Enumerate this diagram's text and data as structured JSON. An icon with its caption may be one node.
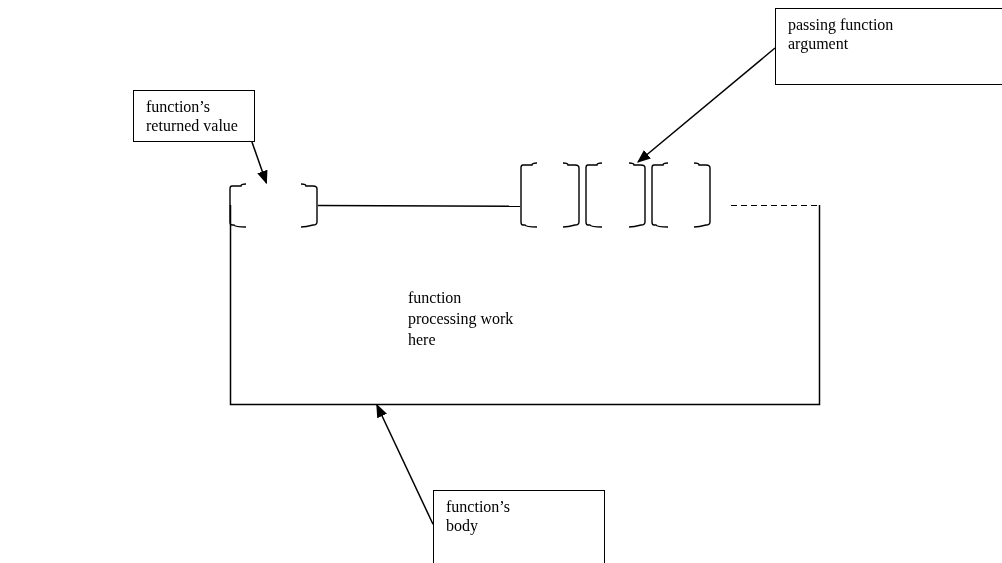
{
  "diagram": {
    "nodes": [
      {
        "text": [
          "function’s returned value"
        ]
      },
      {
        "text": [
          "passing function argument"
        ]
      },
      {
        "text": [
          "function processing work here"
        ]
      },
      {
        "text": [],
        "shape": "box"
      },
      {
        "text": [],
        "shape": "box"
      },
      {
        "text": [],
        "shape": "box"
      },
      {
        "text": [],
        "shape": "box"
      },
      {
        "text": [
          "function’s body"
        ]
      }
    ],
    "edges": [
      {
        "from": 0,
        "to": 3,
        "arrow": "to"
      },
      {
        "from": 1,
        "to": 5,
        "arrow": "to"
      },
      {
        "from": 7,
        "to": 2,
        "arrow": "to"
      },
      {
        "from": 3,
        "to": 4,
        "arrow": "none"
      }
    ]
  }
}
